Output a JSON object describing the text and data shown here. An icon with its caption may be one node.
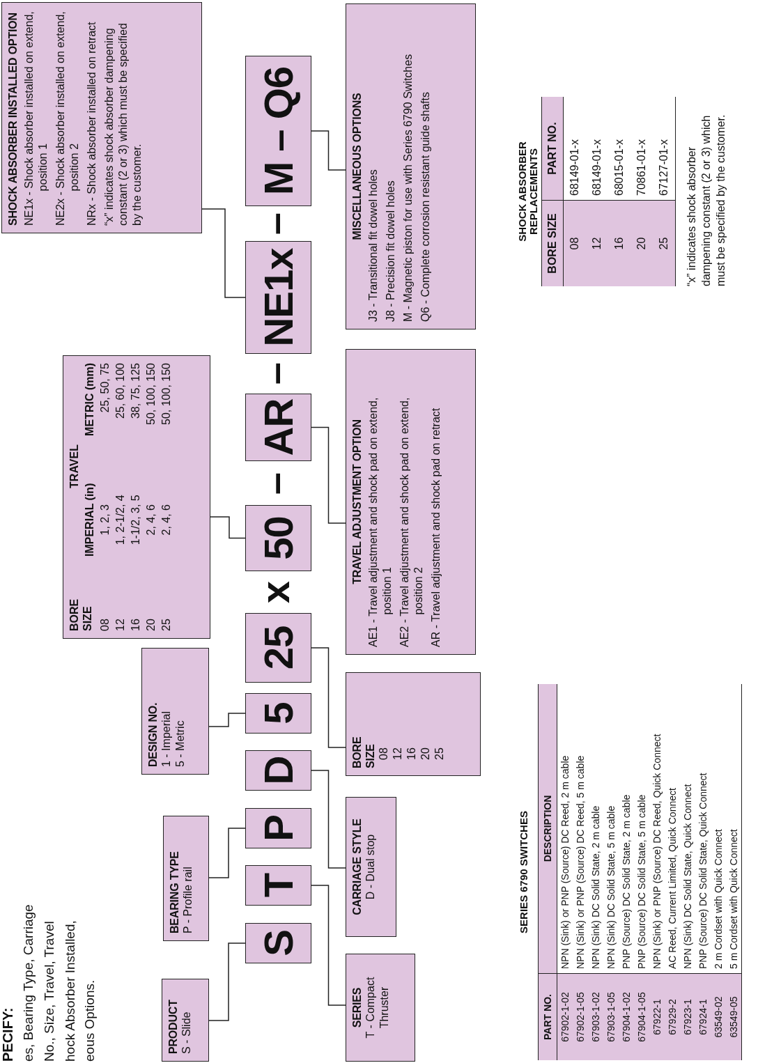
{
  "diagram": {
    "nodes": [
      {
        "text": [
          "PRODUCT",
          "S - Slide"
        ]
      },
      {
        "text": [
          "BEARING TYPE",
          "P - Profile rail"
        ]
      },
      {
        "text": [
          "DESIGN NO.",
          "1 - Imperial",
          "5 - Metric"
        ]
      },
      {
        "text": [
          "BORE SIZE",
          "TRAVEL",
          "IMPERIAL (in)",
          "METRIC (mm)",
          "08",
          "1, 2, 3",
          "25, 50, 75",
          "12",
          "1, 2-1/2, 4",
          "25, 60, 100",
          "16",
          "1-1/2, 3, 5",
          "38, 75, 125",
          "20",
          "2, 4, 6",
          "50, 100, 150",
          "25",
          "2, 4, 6",
          "50, 100, 150"
        ]
      },
      {
        "text": [
          "SHOCK ABSORBER INSTALLED OPTION",
          "NE1x - Shock absorber installed on extend, position 1",
          "NE2x - Shock absorber installed on extend, position 2",
          "NRx - Shock absorber installed on retract",
          "“x” indicates shock absorber dampening constant (2 or 3) which must be specified by the customer."
        ]
      },
      {
        "text": [
          "S"
        ]
      },
      {
        "text": [
          "T"
        ]
      },
      {
        "text": [
          "P"
        ]
      },
      {
        "text": [
          "D"
        ]
      },
      {
        "text": [
          "5"
        ]
      },
      {
        "text": [
          "25"
        ]
      },
      {
        "text": [
          "50"
        ]
      },
      {
        "text": [
          "AR"
        ]
      },
      {
        "text": [
          "NE1x"
        ]
      },
      {
        "text": [
          "M – Q6"
        ]
      },
      {
        "text": [
          "SERIES",
          "T - Compact Thruster"
        ]
      },
      {
        "text": [
          "CARRIAGE STYLE",
          "D - Dual stop"
        ]
      },
      {
        "text": [
          "BORE SIZE",
          "08",
          "12",
          "16",
          "20",
          "25"
        ]
      },
      {
        "text": [
          "TRAVEL ADJUSTMENT OPTION",
          "AE1 - Travel adjustment and shock pad on extend, position 1",
          "AE2 - Travel adjustment and shock pad on extend, position 2",
          "AR - Travel adjustment and shock pad on retract"
        ]
      },
      {
        "text": [
          "MISCELLANEOUS OPTIONS",
          "J3 - Transitional fit dowel holes",
          "J8 - Precision fit dowel holes",
          "M - Magnetic piston for use with Series 6790 Switches",
          "Q6 - Complete corrosion resistant guide shafts"
        ]
      }
    ],
    "edges": [
      {
        "from": 0,
        "to": 5,
        "arrow": "none"
      },
      {
        "from": 1,
        "to": 7,
        "arrow": "none"
      },
      {
        "from": 2,
        "to": 9,
        "arrow": "none"
      },
      {
        "from": 3,
        "to": 11,
        "arrow": "none"
      },
      {
        "from": 4,
        "to": 13,
        "arrow": "none"
      },
      {
        "from": 15,
        "to": 6,
        "arrow": "none"
      },
      {
        "from": 16,
        "to": 8,
        "arrow": "none"
      },
      {
        "from": 17,
        "to": 10,
        "arrow": "none"
      },
      {
        "from": 18,
        "to": 12,
        "arrow": "none"
      },
      {
        "from": 19,
        "to": 14,
        "arrow": "none"
      }
    ],
    "labels": [
      "PECIFY:",
      "es, Bearing Type, Carriage",
      "No., Size, Travel, Travel",
      "hock Absorber Installed,",
      "eous Options.",
      "x",
      "–",
      "–",
      "–",
      "SERIES 6790 SWITCHES",
      "PART NO.",
      "DESCRIPTION",
      "67902-1-02",
      "NPN (Sink) or PNP (Source) DC Reed, 2 m cable",
      "67902-1-05",
      "NPN (Sink) or PNP (Source) DC Reed, 5 m cable",
      "67903-1-02",
      "NPN (Sink) DC Solid State, 2 m cable",
      "67903-1-05",
      "NPN (Sink) DC Solid State, 5 m cable",
      "67904-1-02",
      "PNP (Source) DC Solid State, 2 m cable",
      "67904-1-05",
      "PNP (Source) DC Solid State, 5 m cable",
      "67922-1",
      "NPN (Sink) or PNP (Source) DC Reed, Quick Connect",
      "67929-2",
      "AC Reed, Current Limited, Quick Connect",
      "67923-1",
      "NPN (Sink) DC Solid State, Quick Connect",
      "67924-1",
      "PNP (Source) DC Solid State, Quick Connect",
      "63549-02",
      "2 m Cordset with Quick Connect",
      "63549-05",
      "5 m Cordset with Quick Connect",
      "SHOCK ABSORBER REPLACEMENTS",
      "BORE SIZE",
      "PART NO.",
      "08",
      "68149-01-x",
      "12",
      "68149-01-x",
      "16",
      "68015-01-x",
      "20",
      "70861-01-x",
      "25",
      "67127-01-x",
      "“x” indicates shock absorber dampening constant (2 or 3) which must be specified by the customer."
    ]
  }
}
